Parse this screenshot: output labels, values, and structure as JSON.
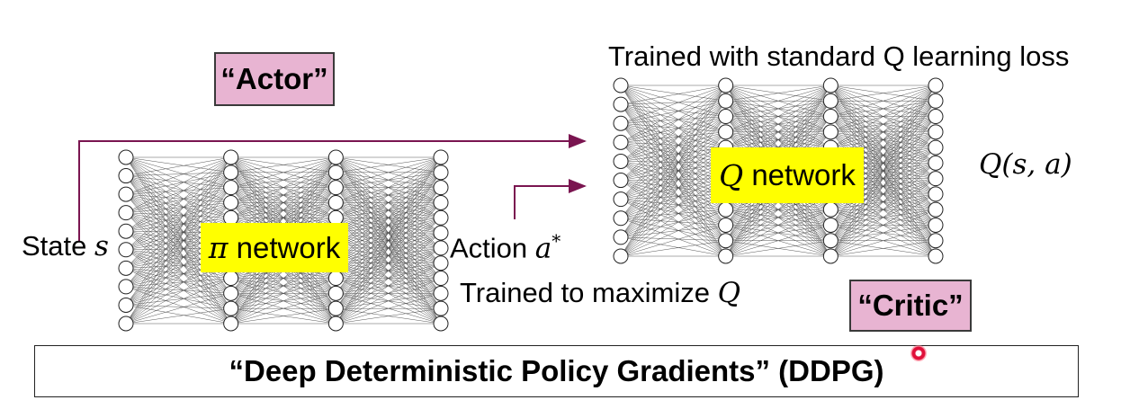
{
  "actor_label": "“Actor”",
  "critic_label": "“Critic”",
  "q_loss_text": "Trained with standard Q learning loss",
  "pi_network": {
    "symbol": "π",
    "word": "network"
  },
  "q_network": {
    "symbol": "Q",
    "word": "network"
  },
  "state": {
    "word": "State",
    "symbol": "s"
  },
  "action": {
    "word": "Action",
    "symbol": "a",
    "sup": "*"
  },
  "maximize": {
    "text": "Trained to maximize",
    "symbol": "Q"
  },
  "q_output": "Q(s, a)",
  "banner": "“Deep Deterministic Policy Gradients” (DDPG)",
  "colors": {
    "label_fill": "#e8b4d2",
    "highlight": "#ffff00",
    "arrow": "#7a1550"
  },
  "icons": [
    "pointer-cursor-icon"
  ]
}
